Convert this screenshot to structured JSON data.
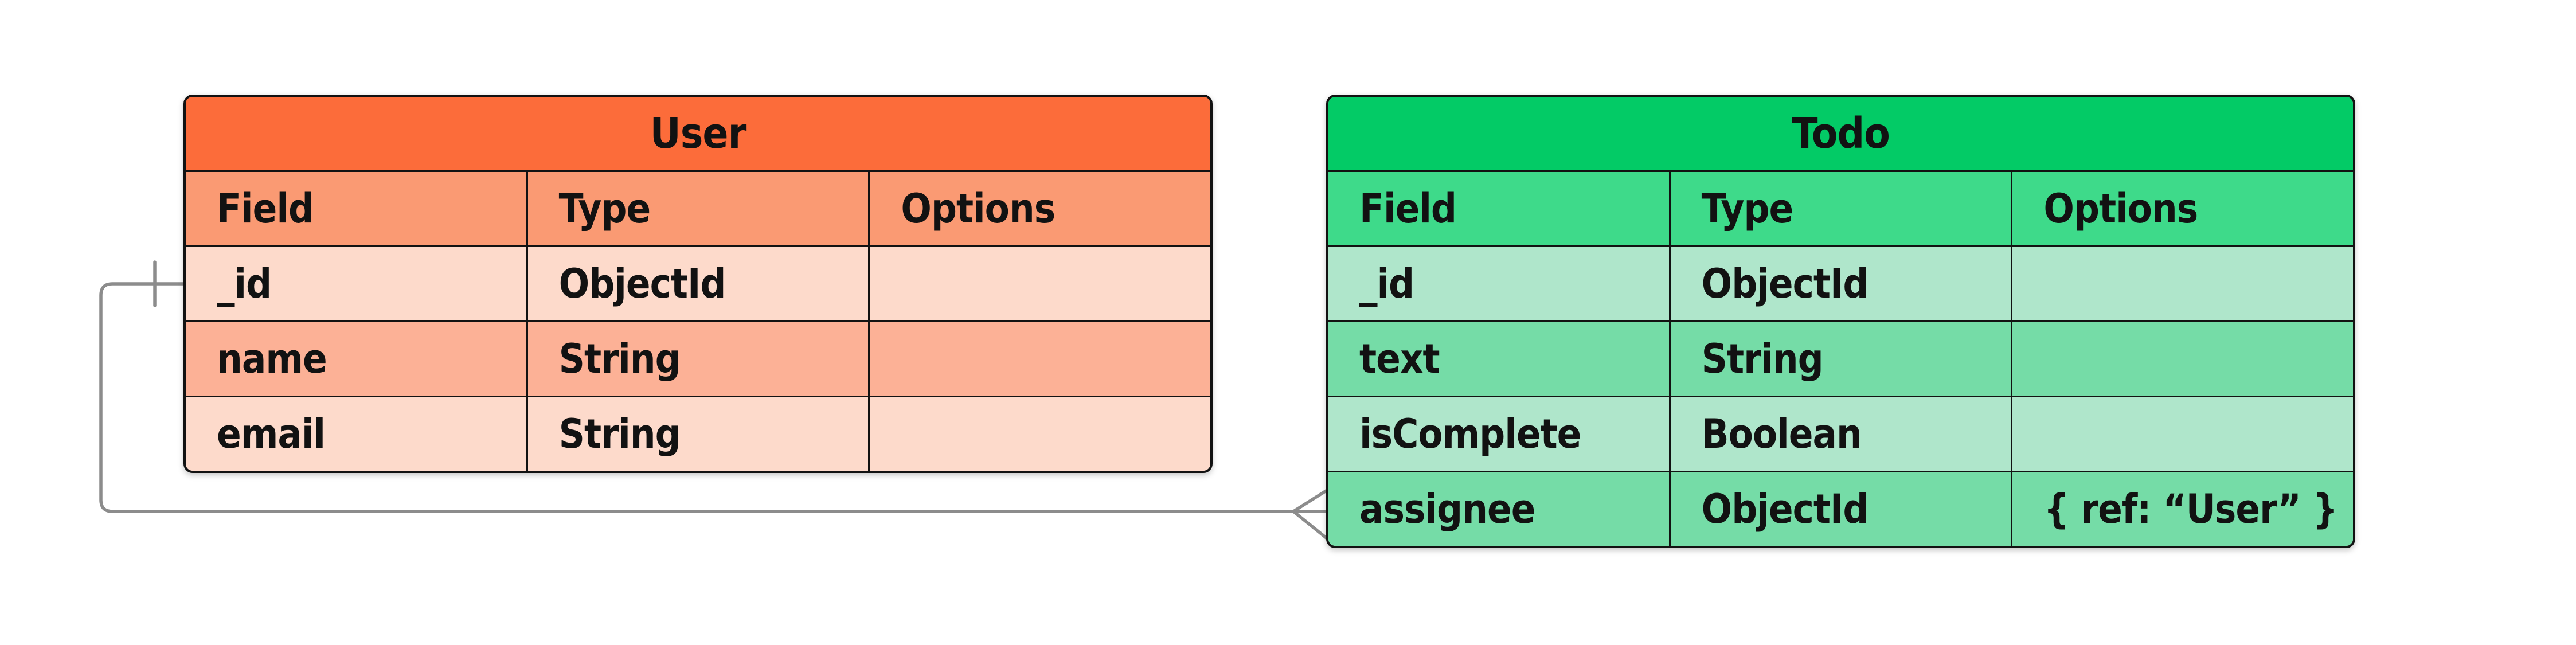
{
  "diagram": {
    "entities": [
      {
        "title": "User",
        "columns": [
          "Field",
          "Type",
          "Options"
        ],
        "rows": [
          {
            "field": "_id",
            "type": "ObjectId",
            "options": ""
          },
          {
            "field": "name",
            "type": "String",
            "options": ""
          },
          {
            "field": "email",
            "type": "String",
            "options": ""
          }
        ]
      },
      {
        "title": "Todo",
        "columns": [
          "Field",
          "Type",
          "Options"
        ],
        "rows": [
          {
            "field": "_id",
            "type": "ObjectId",
            "options": ""
          },
          {
            "field": "text",
            "type": "String",
            "options": ""
          },
          {
            "field": "isComplete",
            "type": "Boolean",
            "options": ""
          },
          {
            "field": "assignee",
            "type": "ObjectId",
            "options": "{ ref: “User” }"
          }
        ]
      }
    ],
    "relationship": {
      "from": "User._id",
      "to": "Todo.assignee",
      "from_marker": "one-tick",
      "to_marker": "crow-foot-many"
    }
  },
  "colors": {
    "user-title": "#FC6C3A",
    "user-header": "#FA9A73",
    "user-row-light": "#FDDACB",
    "user-row-medium": "#FCB196",
    "todo-title": "#03CB66",
    "todo-header": "#3EDA8A",
    "todo-row-light": "#AFE6CB",
    "todo-row-medium": "#75DCA7",
    "border": "#121212",
    "connector": "#8C8C8C",
    "background": "#FFFFFF"
  }
}
